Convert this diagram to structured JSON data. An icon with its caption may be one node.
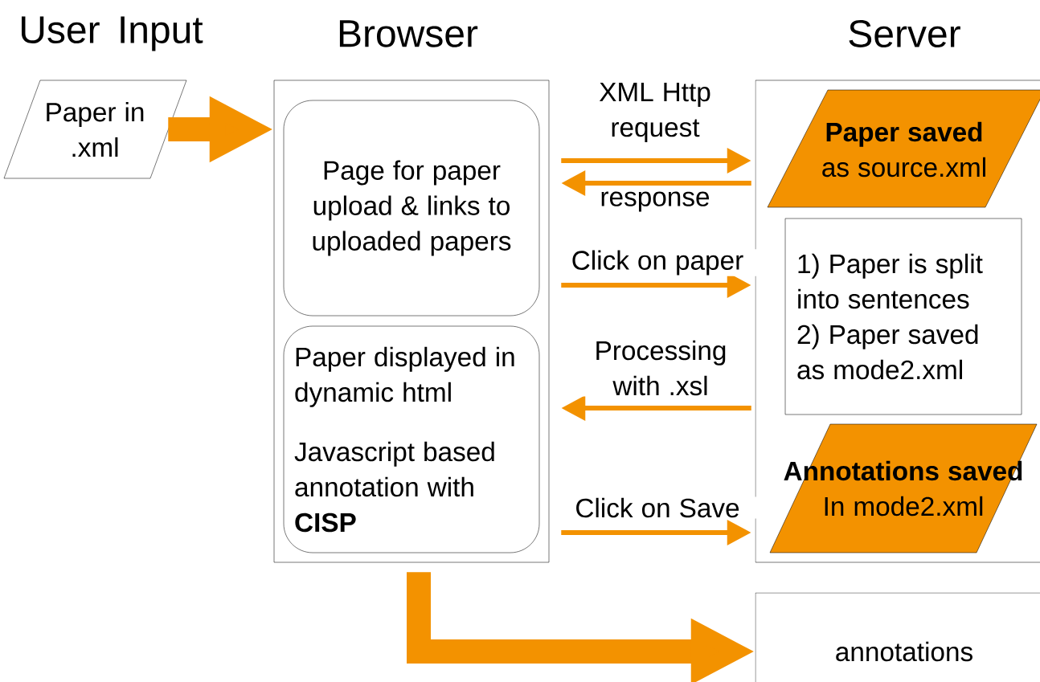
{
  "diagram": {
    "nodes": [
      {
        "text": [
          "Paper in .xml"
        ]
      },
      {
        "text": [
          "Browser"
        ]
      },
      {
        "text": [
          "Page for paper upload & links to uploaded papers"
        ],
        "in": 1
      },
      {
        "text": [
          "Paper displayed in dynamic html",
          "Javascript based annotation with **CISP**"
        ],
        "in": 1
      },
      {
        "text": [
          "Server"
        ]
      },
      {
        "text": [
          "Paper saved",
          "as source.xml"
        ],
        "in": 4
      },
      {
        "text": [
          "1) Paper is split into sentences",
          "2) Paper saved as mode2.xml"
        ],
        "in": 4
      },
      {
        "text": [
          "Annotations saved",
          "In mode2.xml"
        ],
        "in": 4
      },
      {
        "text": [
          "annotations"
        ]
      }
    ],
    "edges": [
      {
        "from": 0,
        "to": 1,
        "arrow": "to",
        "style": "thick"
      },
      {
        "from": 1,
        "to": 4,
        "arrow": "to",
        "label": "XML Http request"
      },
      {
        "from": 4,
        "to": 1,
        "arrow": "to",
        "label": "response"
      },
      {
        "from": 1,
        "to": 4,
        "arrow": "to",
        "label": "Click on paper"
      },
      {
        "from": 4,
        "to": 1,
        "arrow": "to",
        "label": "Processing with .xsl"
      },
      {
        "from": 1,
        "to": 4,
        "arrow": "to",
        "label": "Click on Save"
      },
      {
        "from": 1,
        "to": 8,
        "arrow": "to",
        "style": "thick"
      }
    ],
    "labels": [
      "User Input"
    ]
  }
}
